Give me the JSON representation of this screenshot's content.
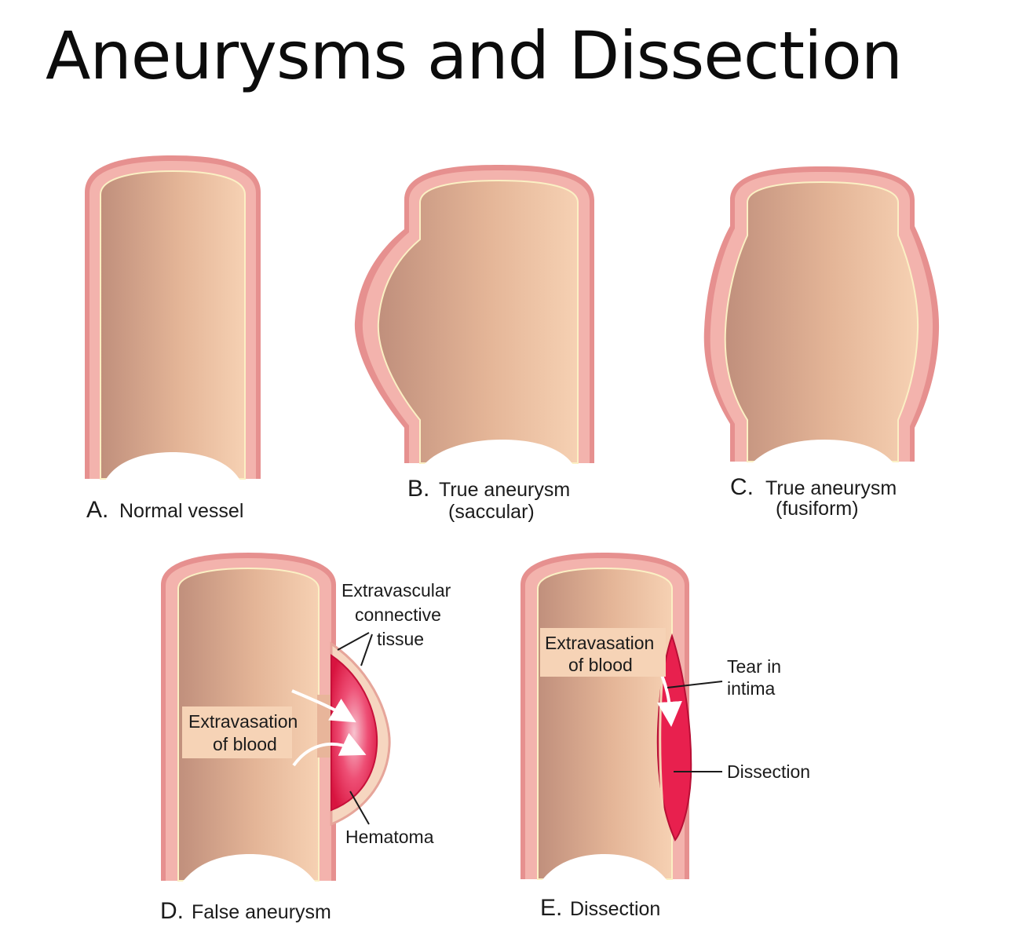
{
  "title": "Aneurysms and Dissection",
  "panels": {
    "a": {
      "letter": "A.",
      "caption": "Normal vessel"
    },
    "b": {
      "letter": "B.",
      "caption_line1": "True aneurysm",
      "caption_line2": "(saccular)"
    },
    "c": {
      "letter": "C.",
      "caption_line1": "True aneurysm",
      "caption_line2": "(fusiform)"
    },
    "d": {
      "letter": "D.",
      "caption": "False aneurysm",
      "extravascular_line1": "Extravascular",
      "extravascular_line2": "connective",
      "extravascular_line3": "tissue",
      "extravasation_line1": "Extravasation",
      "extravasation_line2": "of blood",
      "hematoma": "Hematoma"
    },
    "e": {
      "letter": "E.",
      "caption": "Dissection",
      "extravasation_line1": "Extravasation",
      "extravasation_line2": "of blood",
      "tear_line1": "Tear in",
      "tear_line2": "intima",
      "dissection_label": "Dissection"
    }
  },
  "colors": {
    "wall": "#e6908f",
    "wall_light": "#f3b3ad",
    "lumen_dark": "#c59580",
    "lumen_light": "#f6d0b2",
    "intima": "#fbf0c4",
    "blood": "#e8204e",
    "label_box": "#f6d3b6"
  }
}
